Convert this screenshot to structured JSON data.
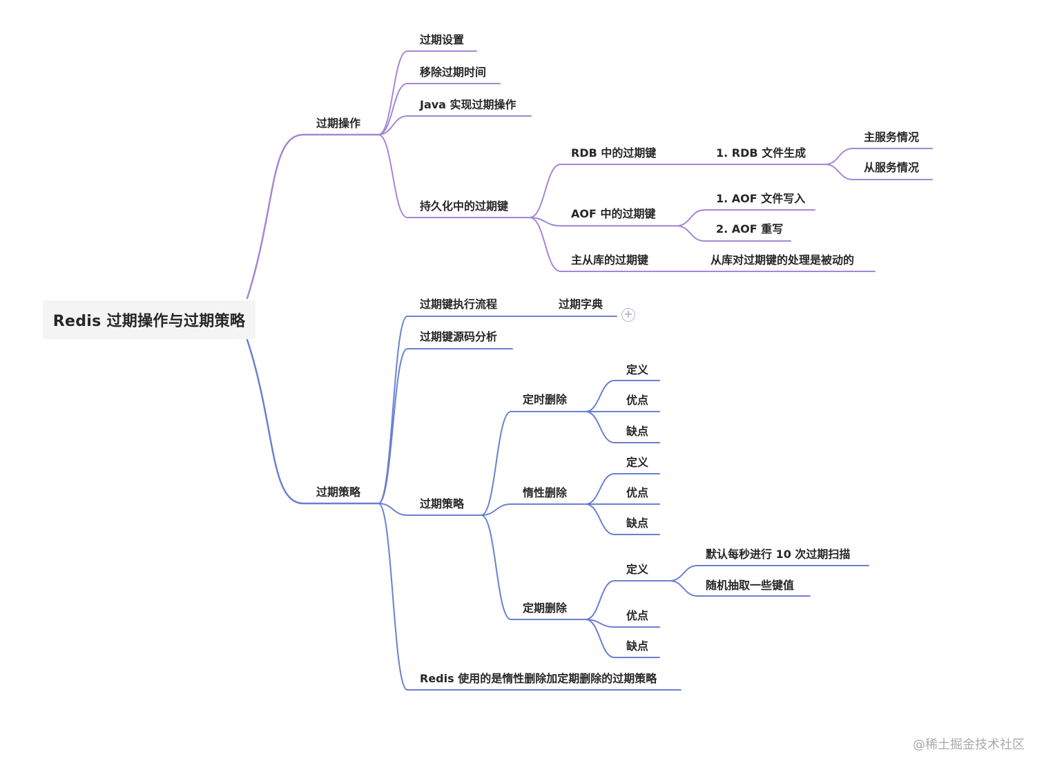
{
  "colors": {
    "purple_branch": "#a486d6",
    "blue_branch": "#6a7fd2",
    "text": "#262626",
    "root_bg": "#f4f4f4"
  },
  "root": {
    "label": "Redis 过期操作与过期策略"
  },
  "branches": {
    "expire_ops": {
      "label": "过期操作",
      "children": {
        "set": "过期设置",
        "remove": "移除过期时间",
        "java": "Java 实现过期操作",
        "persist": {
          "label": "持久化中的过期键",
          "rdb": {
            "label": "RDB 中的过期键",
            "gen": "1. RDB 文件生成",
            "master": "主服务情况",
            "slave": "从服务情况"
          },
          "aof": {
            "label": "AOF 中的过期键",
            "write": "1. AOF 文件写入",
            "rewrite": "2. AOF 重写"
          },
          "replica": {
            "label": "主从库的过期键",
            "passive": "从库对过期键的处理是被动的"
          }
        }
      }
    },
    "expire_policy": {
      "label": "过期策略",
      "children": {
        "flow": {
          "label": "过期键执行流程",
          "dict": "过期字典"
        },
        "source": "过期键源码分析",
        "policy": {
          "label": "过期策略",
          "timed": {
            "label": "定时删除",
            "def": "定义",
            "pro": "优点",
            "con": "缺点"
          },
          "lazy": {
            "label": "惰性删除",
            "def": "定义",
            "pro": "优点",
            "con": "缺点"
          },
          "periodic": {
            "label": "定期删除",
            "def": "定义",
            "def1": "默认每秒进行 10 次过期扫描",
            "def2": "随机抽取一些键值",
            "pro": "优点",
            "con": "缺点"
          }
        },
        "redis_use": "Redis 使用的是惰性删除加定期删除的过期策略"
      }
    }
  },
  "collapse_icon": "plus-circle-icon",
  "watermark": "@稀土掘金技术社区"
}
